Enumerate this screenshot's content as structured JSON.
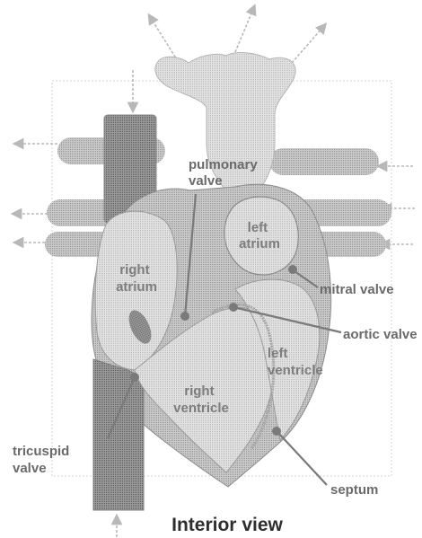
{
  "diagram": {
    "caption": "Interior view",
    "labels": {
      "pulmonary_valve": [
        "pulmonary",
        "valve"
      ],
      "left_atrium": [
        "left",
        "atrium"
      ],
      "right_atrium": [
        "right",
        "atrium"
      ],
      "mitral_valve": "mitral valve",
      "aortic_valve": "aortic valve",
      "left_ventricle": [
        "left",
        "ventricle"
      ],
      "right_ventricle": [
        "right",
        "ventricle"
      ],
      "tricuspid_valve": [
        "tricuspid",
        "valve"
      ],
      "septum": "septum"
    }
  }
}
